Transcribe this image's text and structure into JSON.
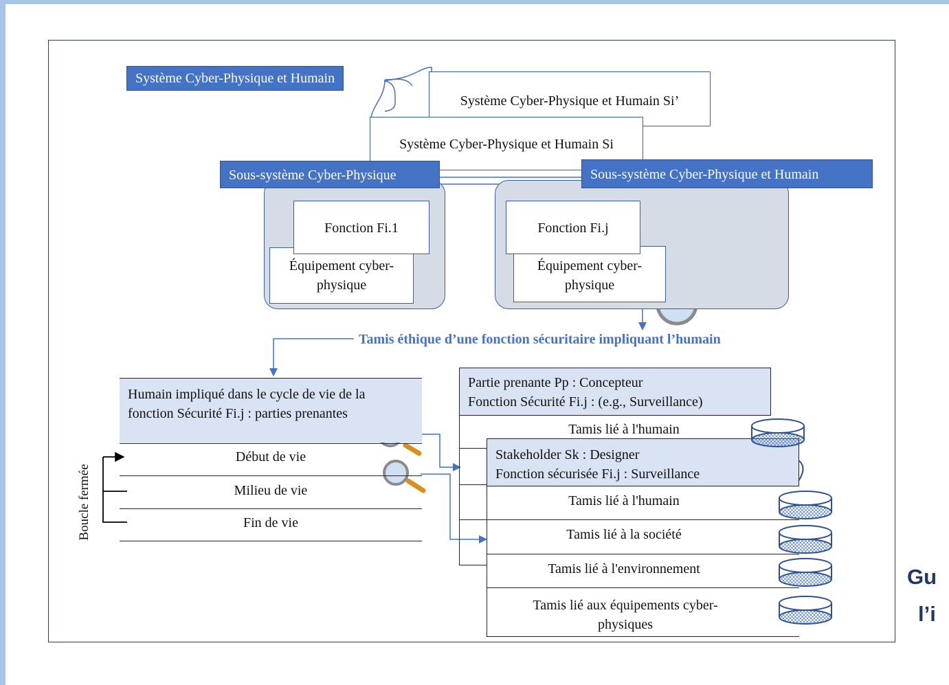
{
  "top": {
    "system_label": "Système Cyber-Physique et Humain",
    "system_si_prime": "Système Cyber-Physique et Humain Si’",
    "system_si": "Système Cyber-Physique et Humain Si",
    "subsystem_cp": "Sous-système Cyber-Physique",
    "subsystem_cph": "Sous-système Cyber-Physique et Humain",
    "function_1": "Fonction Fi.1",
    "function_j": "Fonction Fi.j",
    "equipment_1": "Équipement cyber-physique",
    "equipment_j": "Équipement cyber-physique"
  },
  "sieve_title": "Tamis éthique d’une fonction sécuritaire impliquant l’humain",
  "lifecycle": {
    "header": "Humain impliqué dans le cycle de vie de la fonction Sécurité Fi.j : parties prenantes",
    "rows": [
      "Début de vie",
      "Milieu de vie",
      "Fin de vie"
    ],
    "loop_label": "Boucle fermée"
  },
  "stakeholder_back": {
    "line1": "Partie prenante Pp : Concepteur",
    "line2": "Fonction Sécurité Fi.j : (e.g., Surveillance)",
    "first_row": "Tamis lié à l'humain"
  },
  "stakeholder_front": {
    "line1": "Stakeholder Sk : Designer",
    "line2": "Fonction sécurisée Fi.j : Surveillance",
    "rows": [
      "Tamis lié à l'humain",
      "Tamis lié à la société",
      "Tamis lié à l'environnement",
      "Tamis lié aux équipements cyber-physiques"
    ]
  },
  "right_cut_text": [
    "Gu",
    "l’i"
  ],
  "colors": {
    "accent": "#4472c4",
    "panel": "#d6dce5",
    "header_fill": "#dae3f3",
    "title_blue": "#4472c4"
  }
}
